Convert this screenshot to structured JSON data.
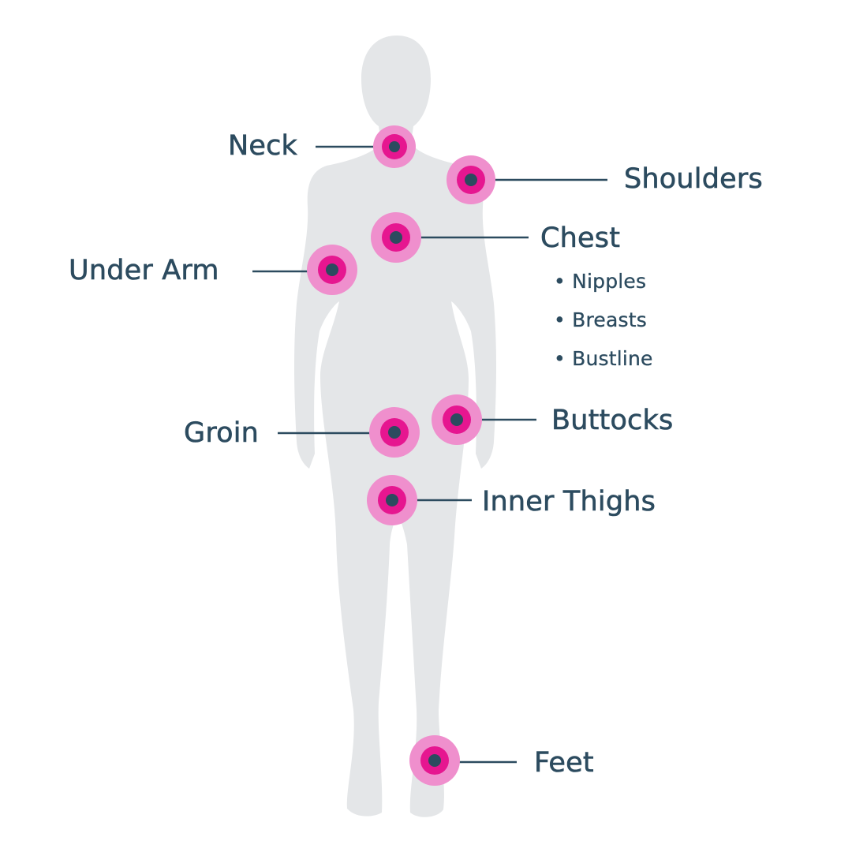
{
  "colors": {
    "background": "#ffffff",
    "silhouette": "#e4e6e8",
    "halo_outer": "#ef8fcd",
    "halo_inner": "#e61690",
    "center_dot": "#2c4b5f",
    "leader_line": "#2c4b5f",
    "label_text": "#2c4b5f"
  },
  "labels": {
    "neck": "Neck",
    "shoulders": "Shoulders",
    "chest": "Chest",
    "chest_items": [
      "• Nipples",
      "• Breasts",
      "• Bustline"
    ],
    "under_arm": "Under Arm",
    "groin": "Groin",
    "buttocks": "Buttocks",
    "inner_thighs": "Inner Thighs",
    "feet": "Feet"
  }
}
